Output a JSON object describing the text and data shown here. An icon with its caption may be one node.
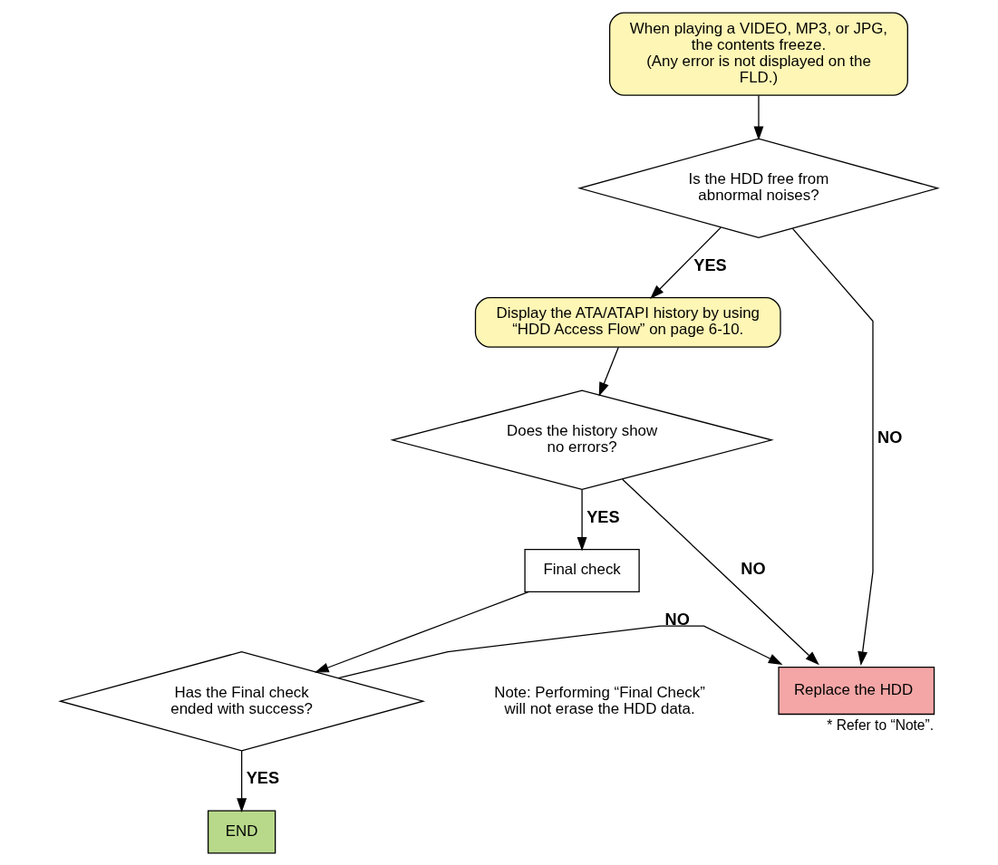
{
  "diagram": {
    "nodes": [
      {
        "text": [
          "When playing a VIDEO, MP3, or JPG, the contents freeze.",
          "(Any error is not displayed on the FLD.)"
        ]
      },
      {
        "text": [
          "Is the HDD free from abnormal noises?"
        ]
      },
      {
        "text": [
          "Display the ATA/ATAPI history by using “HDD Access Flow” on page 6-10."
        ]
      },
      {
        "text": [
          "Does the history show no errors?"
        ]
      },
      {
        "text": [
          "Final check"
        ]
      },
      {
        "text": [
          "Has the Final check ended with success?"
        ]
      },
      {
        "text": [
          "Replace the HDD"
        ],
        "beside": [
          "* Refer to “Note”."
        ]
      },
      {
        "text": [
          "END"
        ]
      }
    ],
    "edges": [
      {
        "from": 0,
        "to": 1,
        "arrow": "to"
      },
      {
        "from": 1,
        "to": 6,
        "arrow": "to",
        "label": "NO"
      },
      {
        "from": 1,
        "to": 2,
        "arrow": "to",
        "label": "YES"
      },
      {
        "from": 2,
        "to": 3,
        "arrow": "to"
      },
      {
        "from": 3,
        "to": 6,
        "arrow": "to",
        "label": "NO"
      },
      {
        "from": 3,
        "to": 4,
        "arrow": "to",
        "label": "YES"
      },
      {
        "from": 4,
        "to": 5,
        "arrow": "to"
      },
      {
        "from": 5,
        "to": 6,
        "arrow": "to",
        "label": "NO"
      },
      {
        "from": 5,
        "to": 7,
        "arrow": "to",
        "label": "YES"
      }
    ],
    "labels": [
      "Note: Performing “Final Check” will not erase the HDD data."
    ]
  }
}
